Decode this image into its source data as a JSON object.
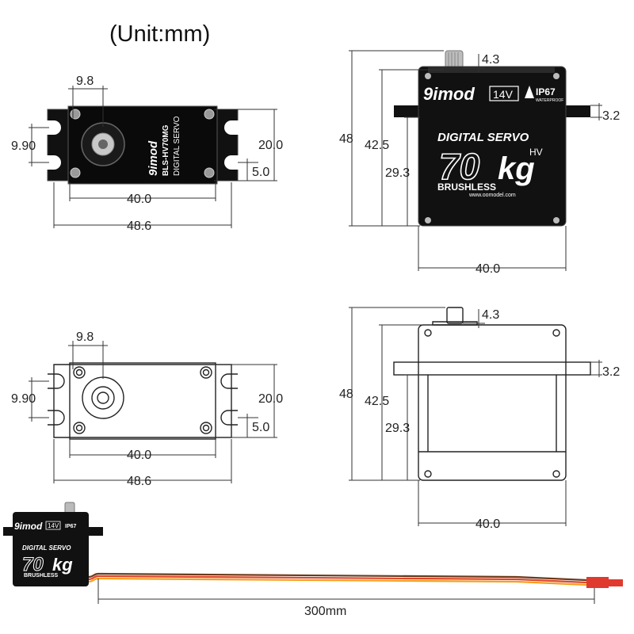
{
  "title": "(Unit:mm)",
  "colors": {
    "servo_body": "#111111",
    "servo_trim": "#3a3a3a",
    "wire_brown": "#6b3a1a",
    "wire_red": "#e0452b",
    "wire_orange": "#f4a020",
    "connector": "#e03a2e"
  },
  "label": {
    "brand": "9imod",
    "voltage": "14V",
    "ip": "IP67",
    "waterproof": "WATERPROOF",
    "product": "DIGITAL SERVO",
    "torque": "70",
    "unit": "kg",
    "hv": "HV",
    "motor": "BRUSHLESS",
    "url": "www.oomodel.com",
    "model": "BLS-HV70MG",
    "top_brand": "9imod",
    "top_digital": "DIGITAL SERVO"
  },
  "top_view": {
    "d_9_8": "9.8",
    "d_9_90": "9.90",
    "d_20_0": "20.0",
    "d_5_0": "5.0",
    "d_40_0": "40.0",
    "d_48_6": "48.6"
  },
  "side_view": {
    "d_4_3": "4.3",
    "d_3_2": "3.2",
    "d_48": "48",
    "d_42_5": "42.5",
    "d_29_3": "29.3",
    "d_40_0": "40.0"
  },
  "bottom_view": {
    "d_9_8": "9.8",
    "d_9_90": "9.90",
    "d_20_0": "20.0",
    "d_5_0": "5.0",
    "d_40_0": "40.0",
    "d_48_6": "48.6"
  },
  "outline_side": {
    "d_4_3": "4.3",
    "d_3_2": "3.2",
    "d_48": "48",
    "d_42_5": "42.5",
    "d_29_3": "29.3",
    "d_40_0": "40.0"
  },
  "cable": {
    "length": "300mm"
  }
}
